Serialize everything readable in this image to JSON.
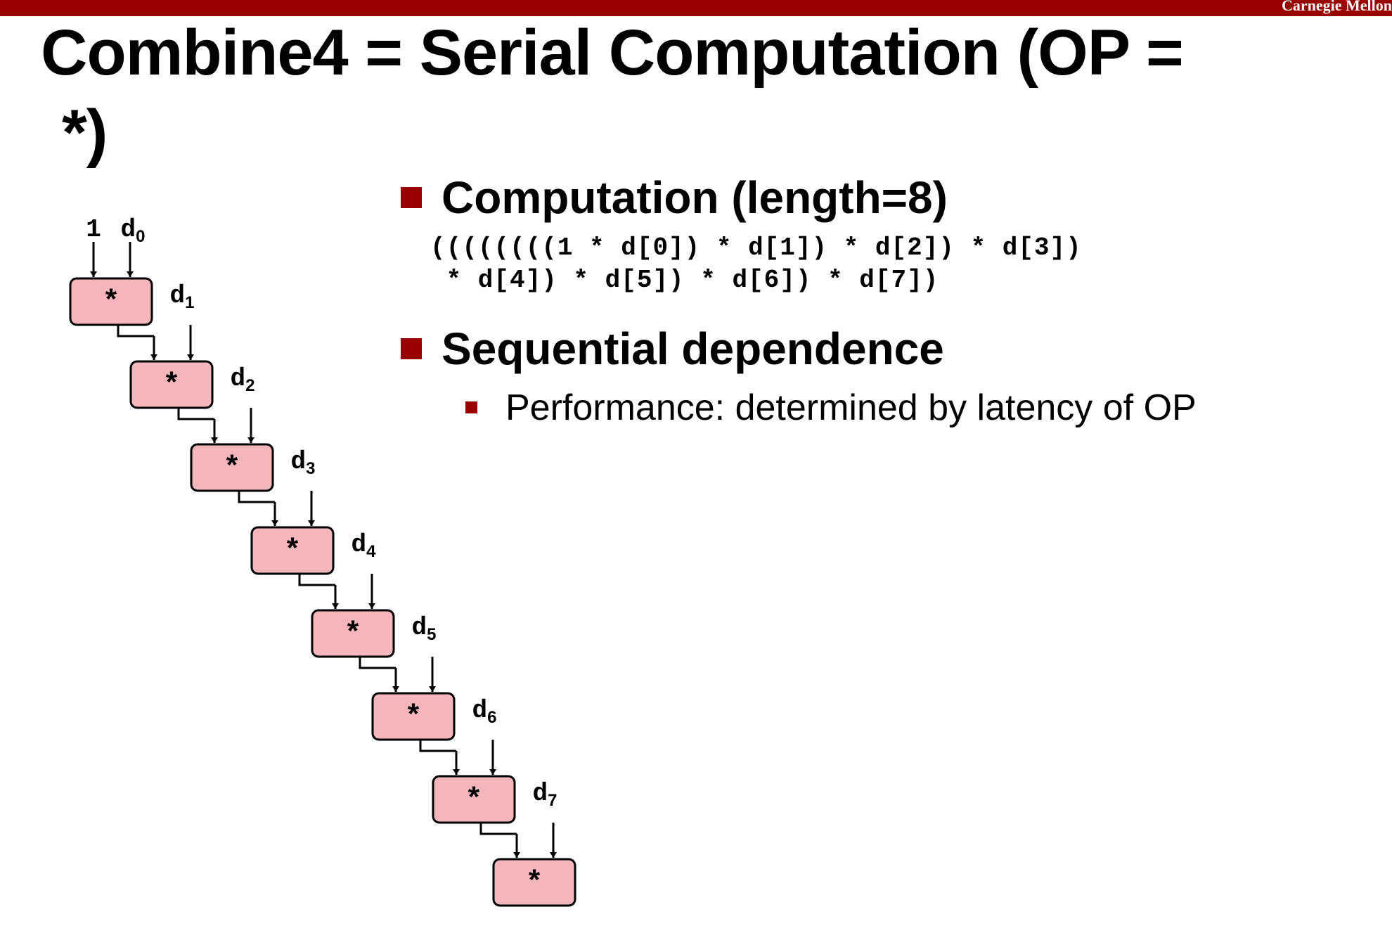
{
  "header": {
    "brand": "Carnegie Mellon"
  },
  "title": {
    "line1": "Combine4 = Serial Computation (OP =",
    "line2": "*)"
  },
  "bullets": [
    {
      "text": "Computation (length=8)"
    },
    {
      "text": "Sequential dependence"
    }
  ],
  "code": {
    "line1": "((((((((1 * d[0]) * d[1]) * d[2]) * d[3])",
    "line2": " * d[4]) * d[5]) * d[6]) * d[7])"
  },
  "sub_bullet": {
    "text": "Performance: determined by latency of OP"
  },
  "diagram": {
    "operator": "*",
    "initial": "1",
    "inputs": [
      {
        "name": "d",
        "index": "0"
      },
      {
        "name": "d",
        "index": "1"
      },
      {
        "name": "d",
        "index": "2"
      },
      {
        "name": "d",
        "index": "3"
      },
      {
        "name": "d",
        "index": "4"
      },
      {
        "name": "d",
        "index": "5"
      },
      {
        "name": "d",
        "index": "6"
      },
      {
        "name": "d",
        "index": "7"
      }
    ],
    "colors": {
      "node_fill": "#f4b6bb",
      "stroke": "#000000",
      "accent": "#990000"
    }
  }
}
